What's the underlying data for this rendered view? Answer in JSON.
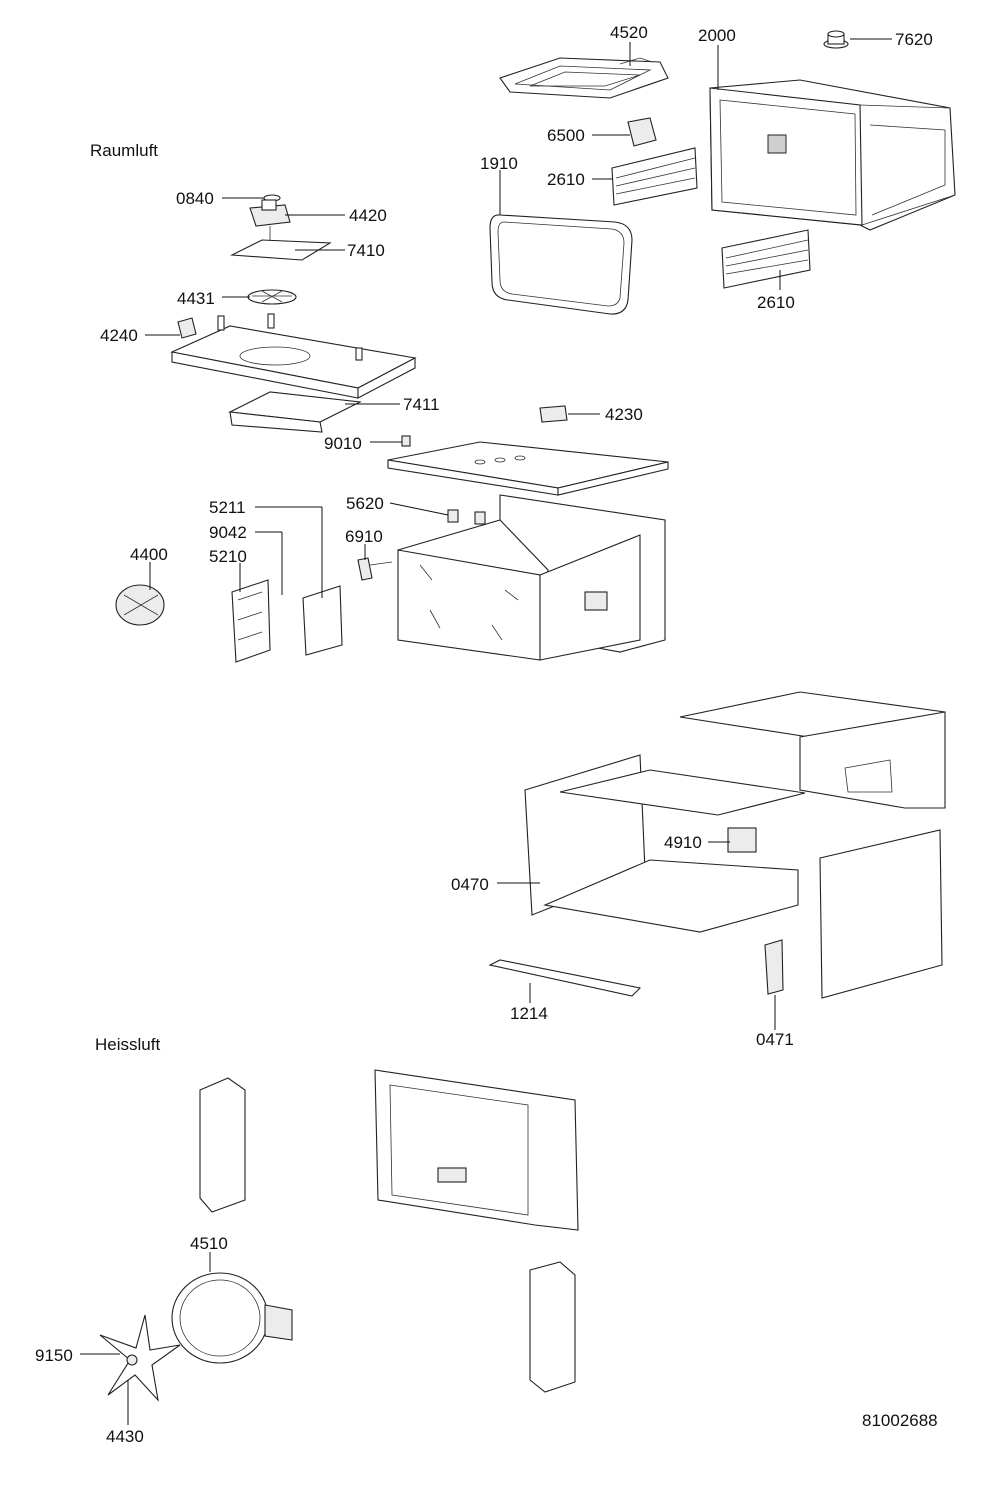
{
  "sections": {
    "top_label": "Raumluft",
    "bottom_label": "Heissluft"
  },
  "document_number": "81002688",
  "part_labels": {
    "p4520": "4520",
    "p2000": "2000",
    "p7620": "7620",
    "p6500": "6500",
    "p1910": "1910",
    "p2610a": "2610",
    "p2610b": "2610",
    "p0840": "0840",
    "p4420": "4420",
    "p7410": "7410",
    "p4431": "4431",
    "p4240": "4240",
    "p7411": "7411",
    "p4230": "4230",
    "p9010": "9010",
    "p5211": "5211",
    "p5620": "5620",
    "p9042": "9042",
    "p6910": "6910",
    "p4400": "4400",
    "p5210": "5210",
    "p4910": "4910",
    "p0470": "0470",
    "p1214": "1214",
    "p0471": "0471",
    "p4510": "4510",
    "p9150": "9150",
    "p4430": "4430"
  }
}
